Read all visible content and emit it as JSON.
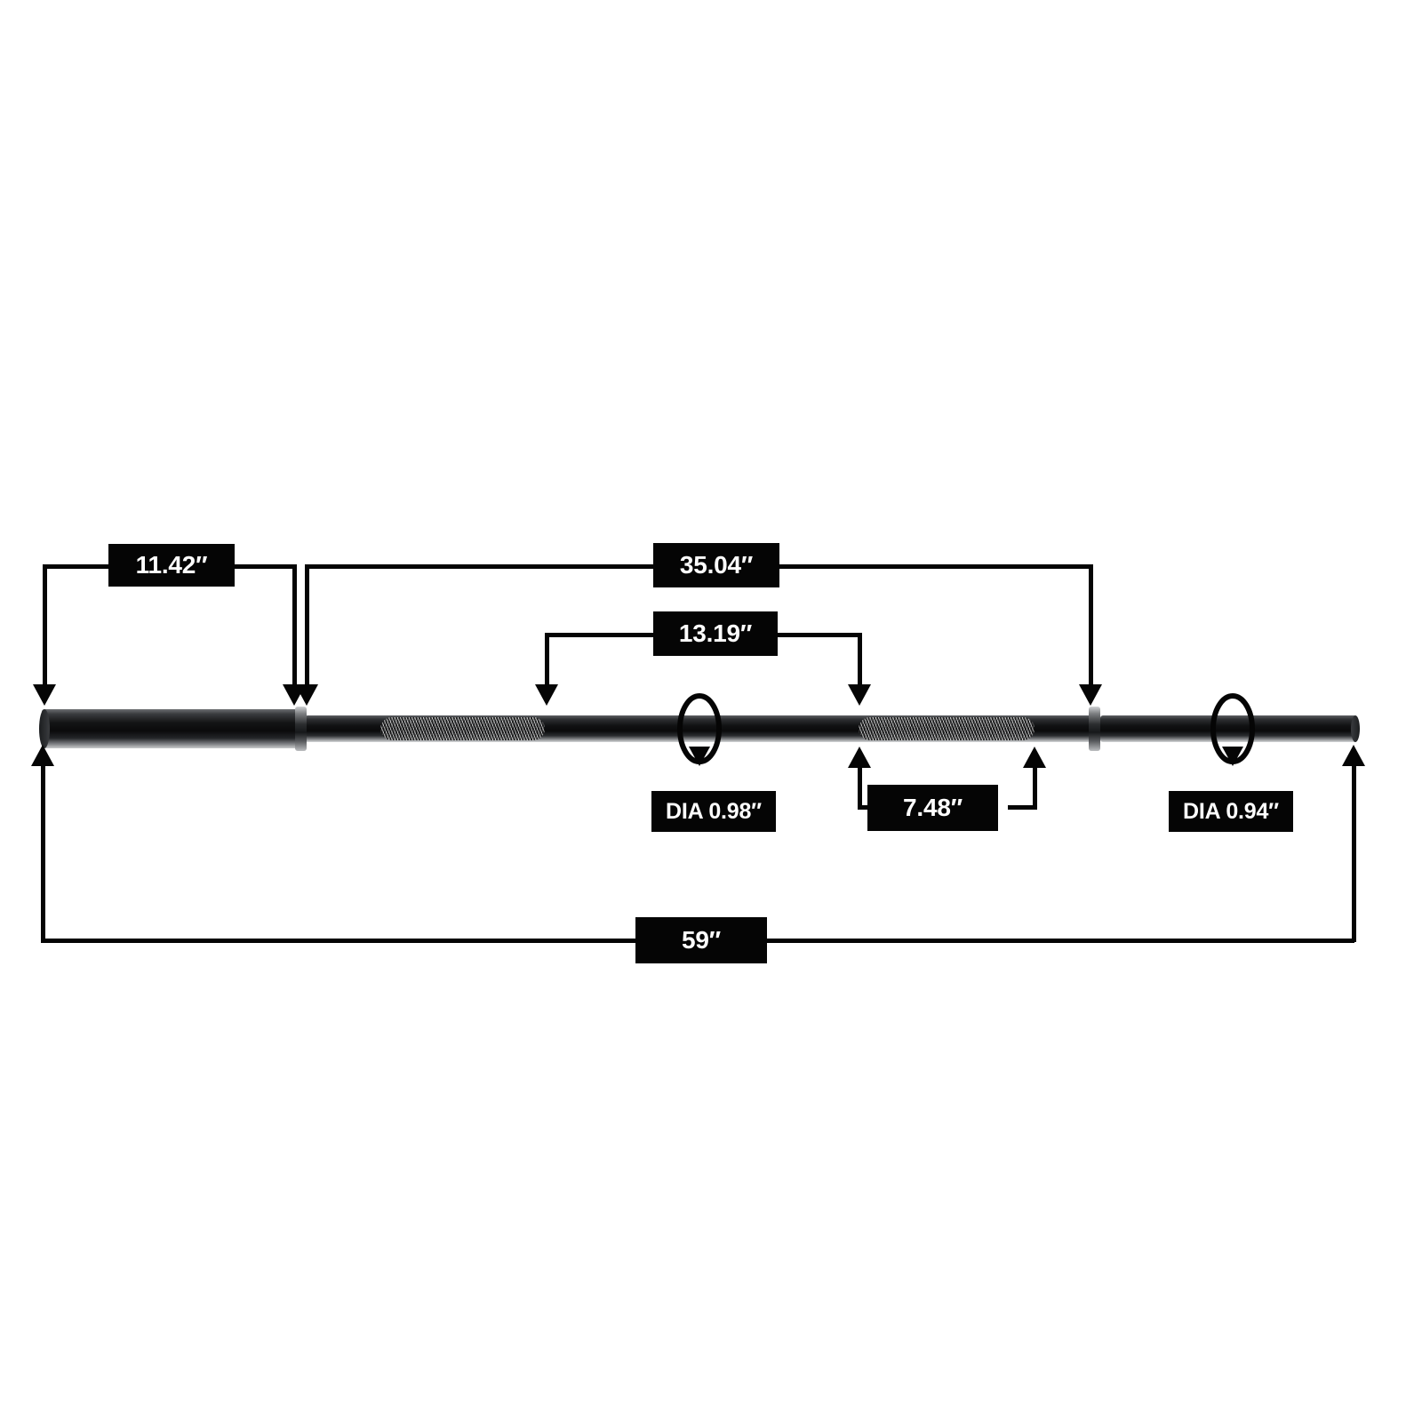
{
  "diagram": {
    "title": "Olympic Barbell Dimension Diagram",
    "units": "inches",
    "accent_color": "#050505",
    "label_text_color": "#ffffff"
  },
  "dimensions": {
    "sleeve_length": "11.42″",
    "inner_collar_span": "35.04″",
    "knurl_gap": "13.19″",
    "center_knurl": "7.48″",
    "sleeve_diameter": "DIA 0.98″",
    "shaft_diameter": "DIA 0.94″",
    "overall_length": "59″"
  },
  "icons": {
    "arrow_down": "arrow-down-icon",
    "arrow_up": "arrow-up-icon",
    "rotation_ellipse": "diameter-rotation-icon"
  },
  "product": {
    "part_name": "barbell",
    "sections": [
      {
        "name": "left-sleeve",
        "type": "sleeve"
      },
      {
        "name": "left-collar",
        "type": "collar"
      },
      {
        "name": "left-knurl",
        "type": "knurling"
      },
      {
        "name": "center-knurl",
        "type": "knurling"
      },
      {
        "name": "right-collar",
        "type": "collar"
      },
      {
        "name": "right-sleeve",
        "type": "sleeve"
      }
    ]
  }
}
